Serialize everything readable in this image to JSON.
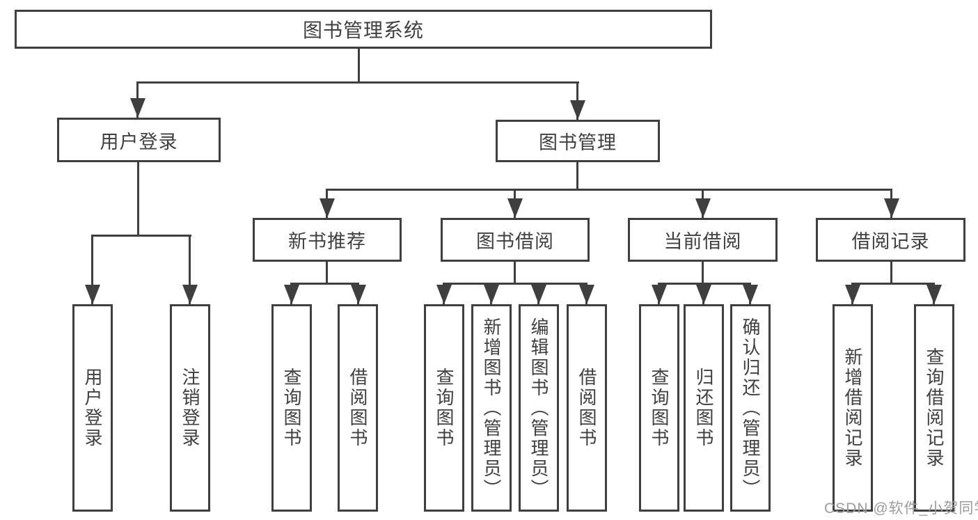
{
  "diagram": {
    "root": {
      "label": "图书管理系统"
    },
    "level2": {
      "user_login": {
        "label": "用户登录"
      },
      "book_management": {
        "label": "图书管理"
      }
    },
    "level3": {
      "new_book_recommend": {
        "label": "新书推荐"
      },
      "book_borrowing": {
        "label": "图书借阅"
      },
      "current_borrowing": {
        "label": "当前借阅"
      },
      "borrowing_records": {
        "label": "借阅记录"
      }
    },
    "leaves": {
      "user_login": {
        "label": "用户登录"
      },
      "logout": {
        "label": "注销登录"
      },
      "nbr_query_books": {
        "label": "查询图书"
      },
      "nbr_borrow_books": {
        "label": "借阅图书"
      },
      "bb_query_books": {
        "label": "查询图书"
      },
      "bb_add_books_admin": {
        "label": "新增图书（管理员）"
      },
      "bb_edit_books_admin": {
        "label": "编辑图书（管理员）"
      },
      "bb_borrow_books": {
        "label": "借阅图书"
      },
      "cb_query_books": {
        "label": "查询图书"
      },
      "cb_return_books": {
        "label": "归还图书"
      },
      "cb_confirm_return_admin": {
        "label": "确认归还（管理员）"
      },
      "br_add_record": {
        "label": "新增借阅记录"
      },
      "br_query_record": {
        "label": "查询借阅记录"
      }
    }
  },
  "watermark": {
    "text": "CSDN @软件_小贺同学",
    "color": "#9c9c9c"
  },
  "colors": {
    "line": "#3f3f3f",
    "text": "#3f3f3f",
    "background": "#ffffff",
    "box_fill": "#ffffff"
  }
}
